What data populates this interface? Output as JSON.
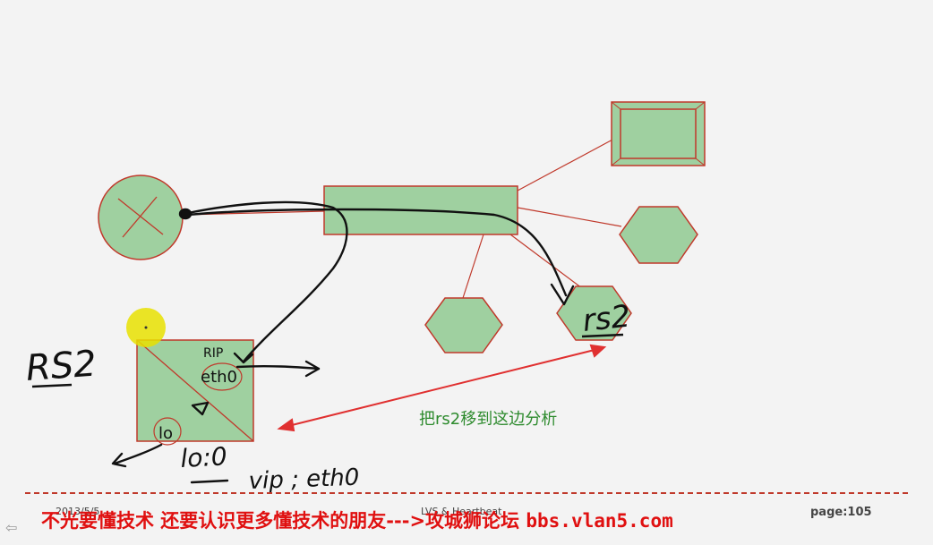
{
  "diagram": {
    "labels": {
      "rip": "RIP",
      "eth0": "eth0",
      "lo": "lo"
    },
    "handwriting": {
      "rs2_left": "RS2",
      "rs2_right": "rs2",
      "lo0": "lo:0",
      "vip_eth0": "vip ; eth0"
    },
    "annotation": "把rs2移到这边分析",
    "colors": {
      "node_fill": "#9fd0a0",
      "node_stroke": "#c0392b",
      "ink": "#111111",
      "annotation": "#2e8b2e",
      "highlight": "#e8e000"
    }
  },
  "footer": {
    "date": "2013/5/5",
    "title": "LVS & Heartbeat",
    "page": "page:105"
  },
  "banner": {
    "text": "不光要懂技术 还要认识更多懂技术的朋友--->攻城狮论坛",
    "url": "bbs.vlan5.com"
  },
  "nav": {
    "back_icon": "back-arrow-icon"
  }
}
